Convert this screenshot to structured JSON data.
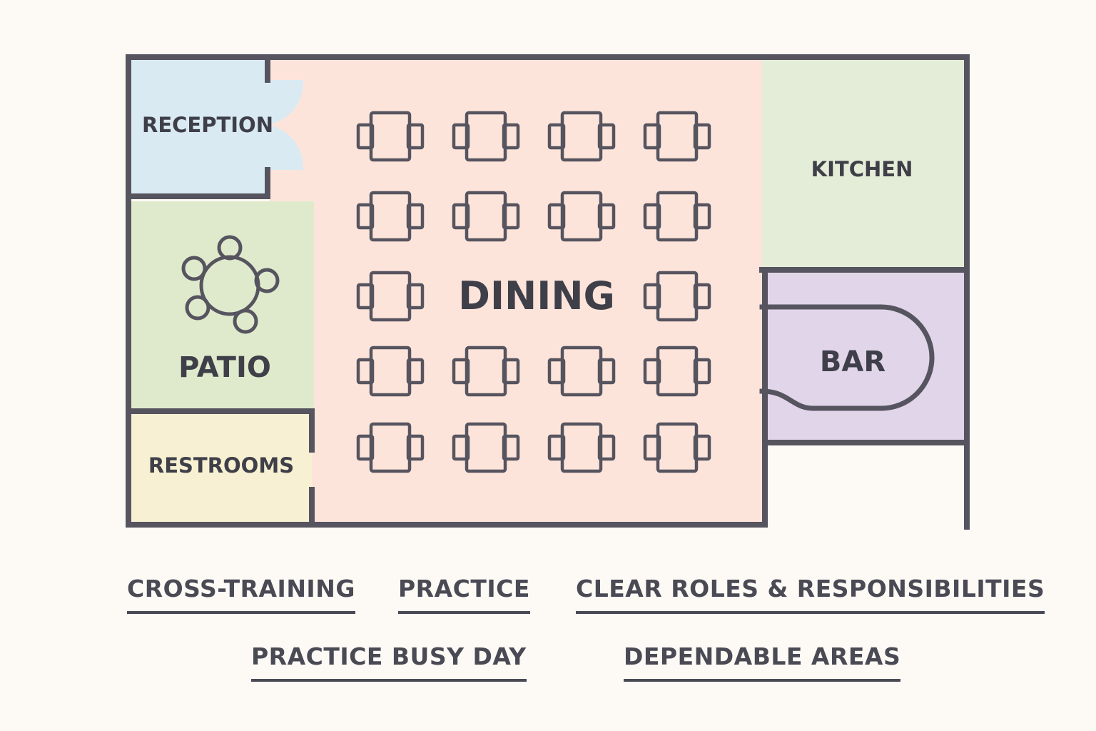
{
  "rooms": {
    "reception": "RECEPTION",
    "patio": "PATIO",
    "restrooms": "RESTROOMS",
    "dining": "DINING",
    "kitchen": "KITCHEN",
    "bar": "BAR"
  },
  "colors": {
    "wall": "#56545f",
    "reception": "#d9eaf3",
    "patio": "#dfeacc",
    "restrooms": "#f7f0d2",
    "dining": "#fde4da",
    "kitchen": "#e4edd8",
    "bar": "#e1d5ea",
    "background": "#fdfaf5"
  },
  "dining_tables": {
    "columns": 4,
    "rows": 5,
    "row_table_count": [
      4,
      4,
      2,
      4,
      4
    ]
  },
  "tags": [
    "CROSS-TRAINING",
    "PRACTICE",
    "CLEAR ROLES & RESPONSIBILITIES",
    "PRACTICE BUSY DAY",
    "DEPENDABLE AREAS"
  ]
}
